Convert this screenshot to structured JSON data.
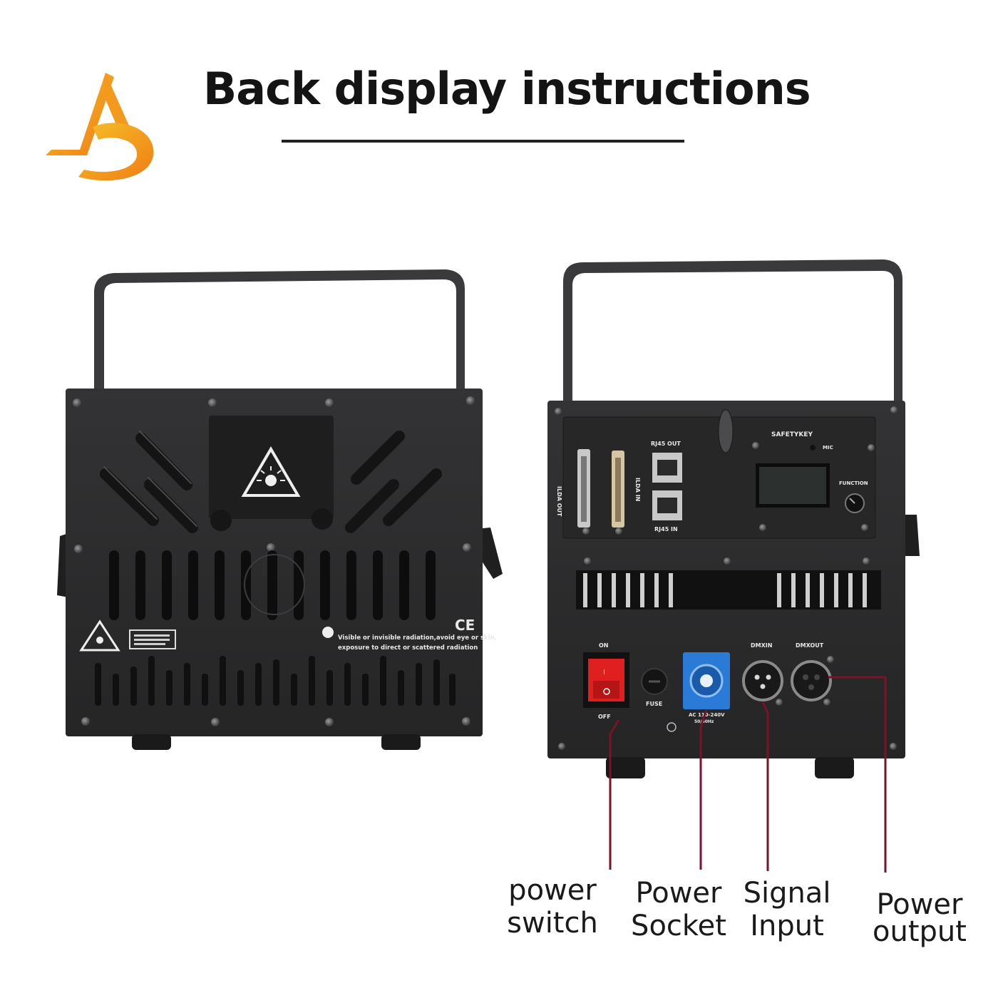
{
  "header": {
    "title": "Back display instructions"
  },
  "colors": {
    "logo_orange": "#f08a1c",
    "logo_yellow": "#f6c02a",
    "device_body": "#2b2b2c",
    "callout_line": "#7a1228",
    "power_switch_red": "#e02020",
    "socket_blue": "#2a7ad8"
  },
  "front_panel": {
    "ce_mark": "CE",
    "warning_text_line1": "Visible or invisible radiation,avoid eye or skin,",
    "warning_text_line2": "exposure to direct or scattered radiation"
  },
  "rear_panel": {
    "safetykey_label": "SAFETYKEY",
    "mic_label": "MIC",
    "function_label": "FUNCTION",
    "rj45_out_label": "RJ45 OUT",
    "rj45_in_label": "RJ45  IN",
    "ilda_out_label": "ILDA OUT",
    "ilda_in_label": "ILDA IN",
    "switch_on_label": "ON",
    "switch_off_label": "OFF",
    "fuse_label": "FUSE",
    "socket_spec_line1": "AC 110-240V",
    "socket_spec_line2": "50/60Hz",
    "dmx_in_label": "DMXIN",
    "dmx_out_label": "DMXOUT"
  },
  "callouts": {
    "power_switch": [
      "power",
      "switch"
    ],
    "power_socket": [
      "Power",
      "Socket"
    ],
    "signal_input": [
      "Signal",
      "Input"
    ],
    "power_output": [
      "Power",
      "output"
    ]
  }
}
